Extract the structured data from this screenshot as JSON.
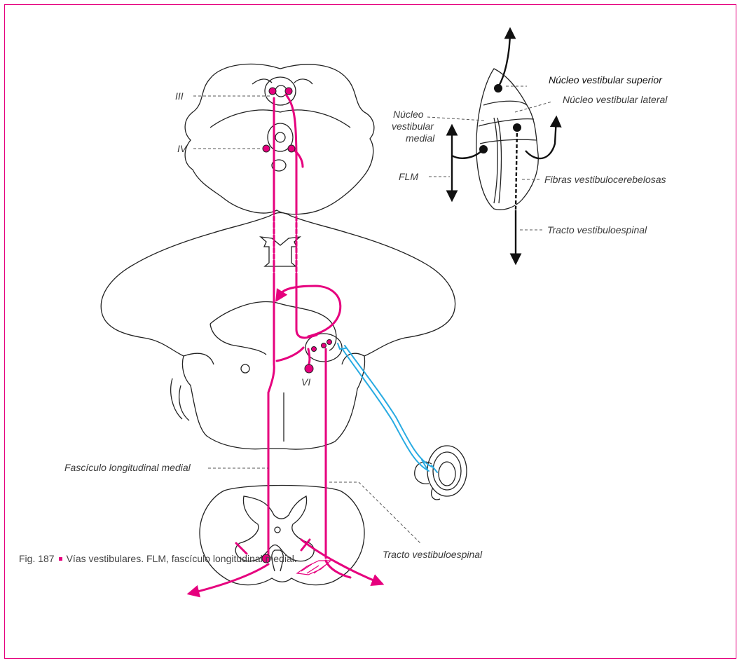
{
  "colors": {
    "frame": "#e6007e",
    "pathway": "#e6007e",
    "afferent": "#29abe2",
    "outline": "#222222",
    "label": "#3a3a3a"
  },
  "labels": {
    "cn_III": "III",
    "cn_IV": "IV",
    "cn_VI": "VI",
    "nucleus_superior": "Núcleo vestibular superior",
    "nucleus_lateral": "Núcleo vestibular lateral",
    "nucleus_medial_line1": "Núcleo",
    "nucleus_medial_line2": "vestibular",
    "nucleus_medial_line3": "medial",
    "flm": "FLM",
    "vestibulocerebellar": "Fibras vestibulocerebelosas",
    "vestibulospinal_inset": "Tracto vestibuloespinal",
    "mlf": "Fascículo longitudinal medial",
    "vestibulospinal": "Tracto vestibuloespinal"
  },
  "caption": {
    "figure_number": "Fig. 187",
    "text": "Vías vestibulares. FLM, fascículo longitudinal medial."
  }
}
